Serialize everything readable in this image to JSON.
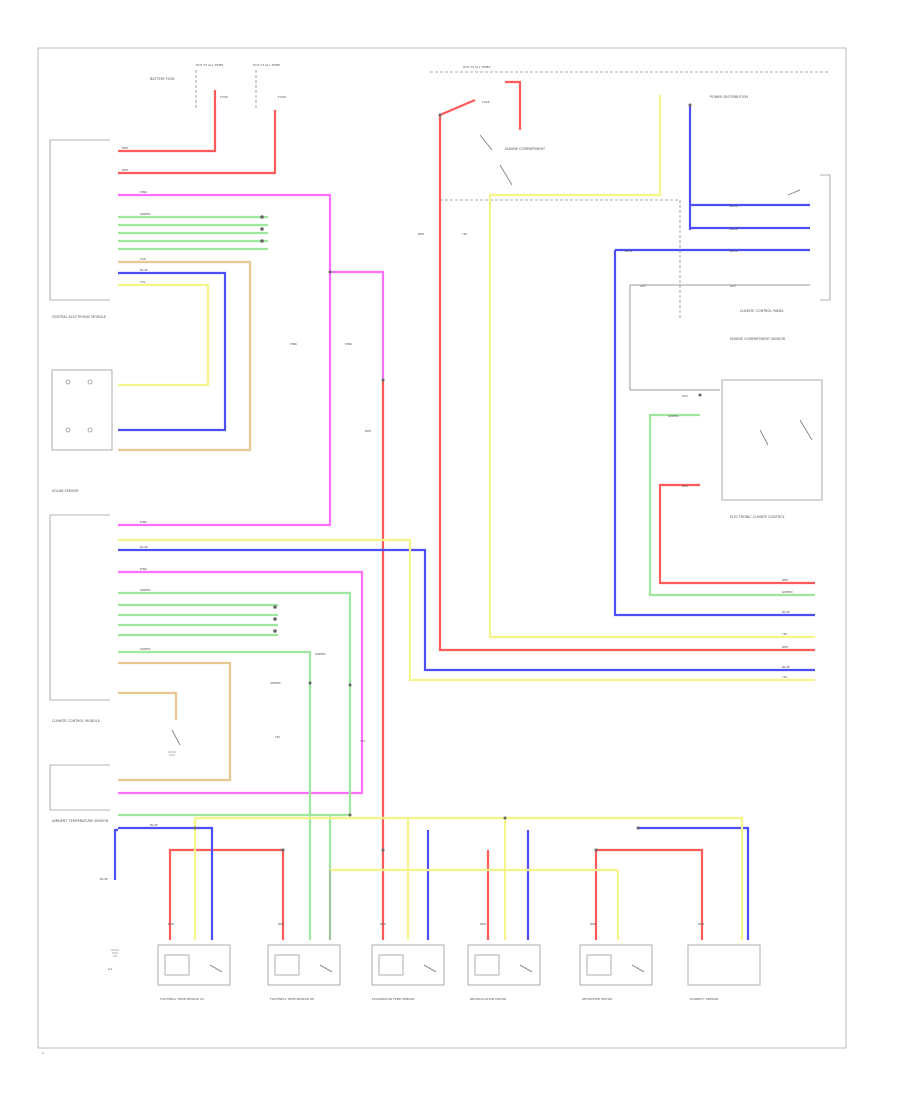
{
  "colors": {
    "red": "#ff5a5a",
    "pink": "#ff70ff",
    "green": "#9ee89e",
    "blue": "#4e4ef5",
    "yellow": "#f5f58a",
    "tan": "#e8c890",
    "gray": "#9a9a9a",
    "frame": "#bdbdbd"
  },
  "icons": [
    "switch-icon",
    "ground-icon",
    "splice-node-icon",
    "sensor-icon"
  ],
  "labels": {
    "battery_fuse": "BATTERY FUSE",
    "hot_at_all_times_1": "HOT AT ALL TIMES",
    "hot_at_all_times_2": "HOT AT ALL TIMES",
    "hot_at_all_times_3": "HOT AT ALL TIMES",
    "fuse_a": "FUSE",
    "fuse_b": "FUSE",
    "fuse_c": "FUSE",
    "power_dist": "POWER DISTRIBUTION",
    "engine_comp": "ENGINE COMPARTMENT",
    "central_electronic": "CENTRAL ELECTRONIC MODULE",
    "solar_sensor": "SOLAR SENSOR",
    "climate_control_panel": "CLIMATE CONTROL PANEL",
    "engine_comp_sensor": "ENGINE COMPARTMENT SENSOR",
    "electronic_climate": "ELECTRONIC CLIMATE CONTROL",
    "climate_control_module": "CLIMATE CONTROL MODULE",
    "ambient_temp": "AMBIENT TEMPERATURE SENSOR",
    "footwell_lh": "FOOTWELL TEMP SENSOR LH",
    "footwell_rh": "FOOTWELL TEMP SENSOR RH",
    "evap_sensor": "EVAPORATOR TEMP SENSOR",
    "recirc_motor": "RECIRCULATION MOTOR",
    "defrost_motor": "DEFROSTER MOTOR",
    "humidity_sensor": "HUMIDITY SENSOR",
    "to_fig1": "TO",
    "ground": "G1",
    "footer": "1"
  },
  "wires": {
    "red": "RED",
    "pink": "PINK",
    "green": "GREEN",
    "blue": "BLUE",
    "yellow": "YEL",
    "tan": "TAN",
    "gray": "GRY"
  }
}
